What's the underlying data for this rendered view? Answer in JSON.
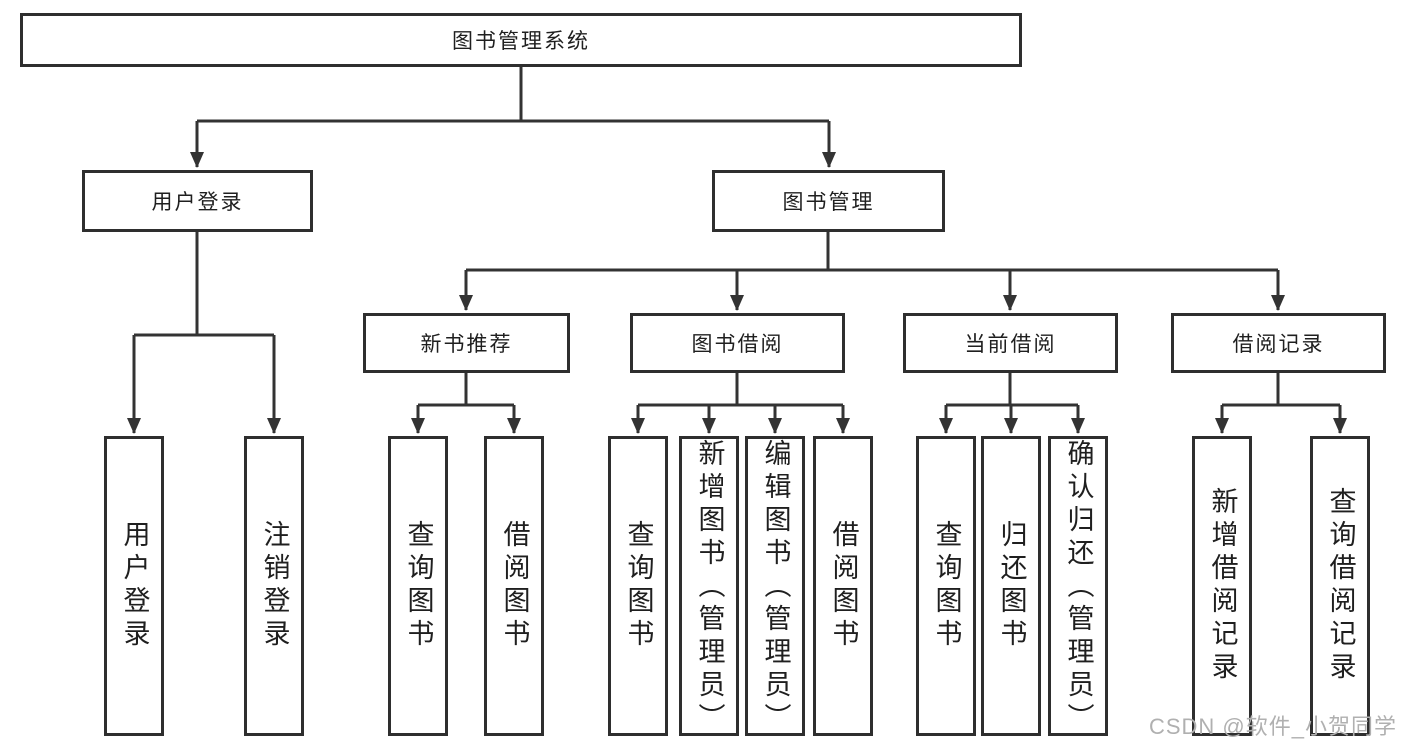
{
  "colors": {
    "line": "#333333",
    "box_border": "#2e2e2e",
    "text": "#1f1f1f",
    "background": "#ffffff",
    "watermark": "#b0b0b0"
  },
  "tree": {
    "root": {
      "label": "图书管理系统"
    },
    "branches": [
      {
        "label": "用户登录",
        "children": [
          {
            "label": "用户登录"
          },
          {
            "label": "注销登录"
          }
        ]
      },
      {
        "label": "图书管理",
        "children": [
          {
            "label": "新书推荐",
            "children": [
              {
                "label": "查询图书"
              },
              {
                "label": "借阅图书"
              }
            ]
          },
          {
            "label": "图书借阅",
            "children": [
              {
                "label": "查询图书"
              },
              {
                "label": "新增图书（管理员）"
              },
              {
                "label": "编辑图书（管理员）"
              },
              {
                "label": "借阅图书"
              }
            ]
          },
          {
            "label": "当前借阅",
            "children": [
              {
                "label": "查询图书"
              },
              {
                "label": "归还图书"
              },
              {
                "label": "确认归还（管理员）"
              }
            ]
          },
          {
            "label": "借阅记录",
            "children": [
              {
                "label": "新增借阅记录"
              },
              {
                "label": "查询借阅记录"
              }
            ]
          }
        ]
      }
    ]
  },
  "watermark": "CSDN @软件_小贺同学"
}
